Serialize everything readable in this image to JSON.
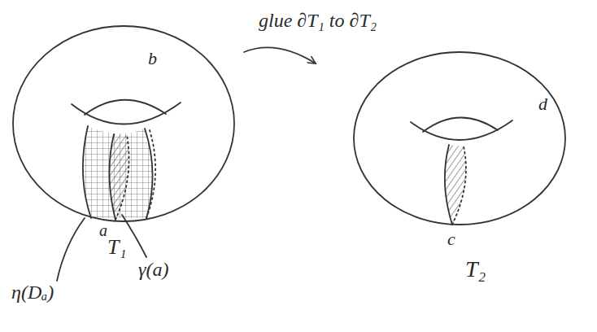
{
  "diagram": {
    "labels": [
      "glue ∂T₁ to ∂T₂",
      "b",
      "a",
      "T₁",
      "γ(a)",
      "η(Dₐ)",
      "d",
      "c",
      "T₂"
    ]
  }
}
